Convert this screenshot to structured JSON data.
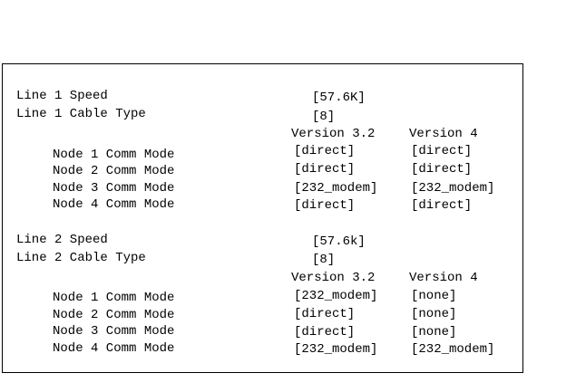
{
  "line1": {
    "speed_label": "Line 1 Speed",
    "speed_value": "[57.6K]",
    "cable_label": "Line 1 Cable Type",
    "cable_value": "[8]",
    "version_a": "Version 3.2",
    "version_b": "Version 4",
    "nodes": [
      {
        "label": "Node 1 Comm Mode",
        "v32": "[direct]",
        "v4": "[direct]"
      },
      {
        "label": "Node 2 Comm Mode",
        "v32": "[direct]",
        "v4": "[direct]"
      },
      {
        "label": "Node 3 Comm Mode",
        "v32": "[232_modem]",
        "v4": "[232_modem]"
      },
      {
        "label": "Node 4 Comm Mode",
        "v32": "[direct]",
        "v4": "[direct]"
      }
    ]
  },
  "line2": {
    "speed_label": "Line 2 Speed",
    "speed_value": "[57.6k]",
    "cable_label": "Line 2 Cable Type",
    "cable_value": "[8]",
    "version_a": "Version 3.2",
    "version_b": "Version 4",
    "nodes": [
      {
        "label": "Node 1 Comm Mode",
        "v32": "[232_modem]",
        "v4": "[none]"
      },
      {
        "label": "Node 2 Comm Mode",
        "v32": "[direct]",
        "v4": "[none]"
      },
      {
        "label": "Node 3 Comm Mode",
        "v32": "[direct]",
        "v4": "[none]"
      },
      {
        "label": "Node 4 Comm Mode",
        "v32": "[232_modem]",
        "v4": "[232_modem]"
      }
    ]
  }
}
